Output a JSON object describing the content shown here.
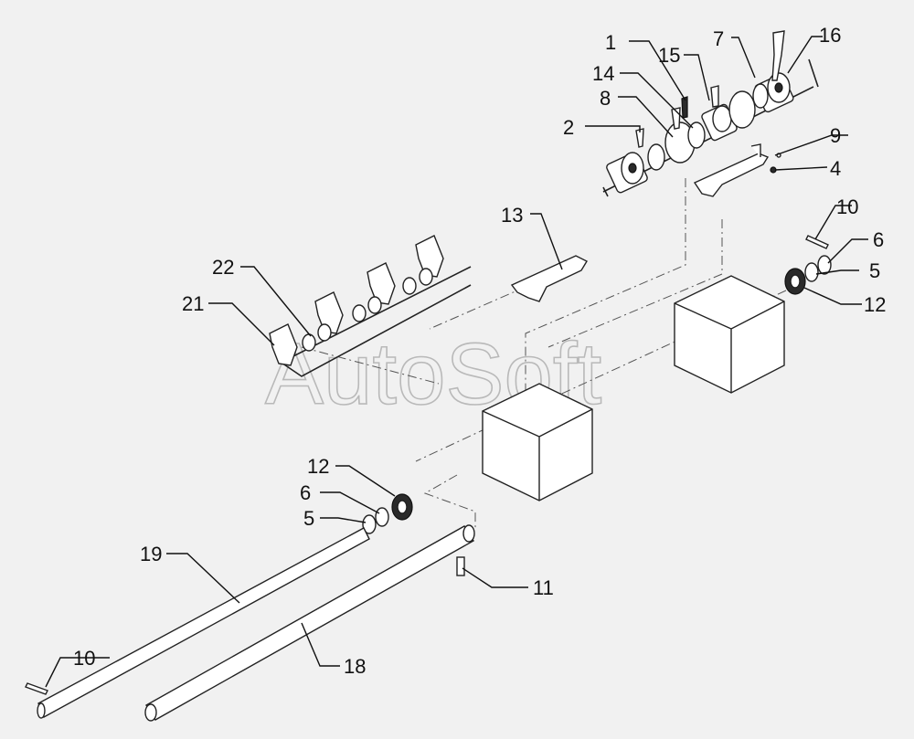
{
  "watermark": "AutoSoft",
  "colors": {
    "background": "#f1f1f1",
    "ink": "#111111"
  },
  "callouts": [
    {
      "id": "c1",
      "label": "1"
    },
    {
      "id": "c2",
      "label": "2"
    },
    {
      "id": "c4",
      "label": "4"
    },
    {
      "id": "c5a",
      "label": "5"
    },
    {
      "id": "c5b",
      "label": "5"
    },
    {
      "id": "c6a",
      "label": "6"
    },
    {
      "id": "c6b",
      "label": "6"
    },
    {
      "id": "c7",
      "label": "7"
    },
    {
      "id": "c8",
      "label": "8"
    },
    {
      "id": "c9",
      "label": "9"
    },
    {
      "id": "c10a",
      "label": "10"
    },
    {
      "id": "c10b",
      "label": "10"
    },
    {
      "id": "c11",
      "label": "11"
    },
    {
      "id": "c12a",
      "label": "12"
    },
    {
      "id": "c12b",
      "label": "12"
    },
    {
      "id": "c13",
      "label": "13"
    },
    {
      "id": "c14",
      "label": "14"
    },
    {
      "id": "c15",
      "label": "15"
    },
    {
      "id": "c16",
      "label": "16"
    },
    {
      "id": "c18",
      "label": "18"
    },
    {
      "id": "c19",
      "label": "19"
    },
    {
      "id": "c21",
      "label": "21"
    },
    {
      "id": "c22",
      "label": "22"
    }
  ]
}
